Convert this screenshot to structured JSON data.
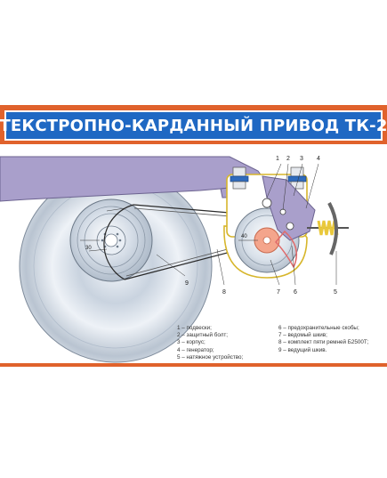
{
  "title": "ТЕКСТРОПНО-КАРДАННЫЙ ПРИВОД ТК-2",
  "colors": {
    "frame_orange": "#e0622c",
    "title_blue": "#1f68c3",
    "bogie_frame": "#a99fcb",
    "belt_outline": "#2a2a2a",
    "generator_yellow": "#f0d23c",
    "tensioner_spring": "#e9c83a",
    "protection_bracket": "#e06b6b"
  },
  "callouts": [
    "1",
    "2",
    "3",
    "4",
    "5",
    "6",
    "7",
    "8",
    "9"
  ],
  "dimensions": {
    "driving_pulley": "30",
    "driven_pulley": "40"
  },
  "legend": {
    "left": [
      "1 – подвески;",
      "2 – защитный болт;",
      "3 – корпус;",
      "4 – генератор;",
      "5 – натяжное устройство;"
    ],
    "right": [
      "6 – предохранительные скобы;",
      "7 – ведомый шкив;",
      "8 – комплект пяти ремней Б2500Т;",
      "9 – ведущий шкив."
    ]
  }
}
